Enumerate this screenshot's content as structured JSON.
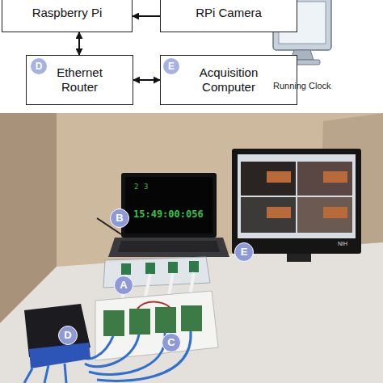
{
  "diagram": {
    "nodes": [
      {
        "text": [
          "Raspberry Pi"
        ]
      },
      {
        "text": [
          "RPi Camera"
        ]
      },
      {
        "text": [
          "Ethernet Router"
        ]
      },
      {
        "text": [
          "D"
        ],
        "in": 2
      },
      {
        "text": [
          "Acquisition Computer"
        ]
      },
      {
        "text": [
          "E"
        ],
        "in": 4
      }
    ],
    "edges": [
      {
        "from": 1,
        "to": 0,
        "arrow": "to"
      },
      {
        "from": 0,
        "to": 2,
        "arrow": "both"
      },
      {
        "from": 2,
        "to": 4,
        "arrow": "both"
      }
    ],
    "labels": [
      "Running Clock",
      "A",
      "B",
      "C",
      "D",
      "E",
      "15:49:00:056",
      "2",
      "3",
      "NIH"
    ]
  }
}
